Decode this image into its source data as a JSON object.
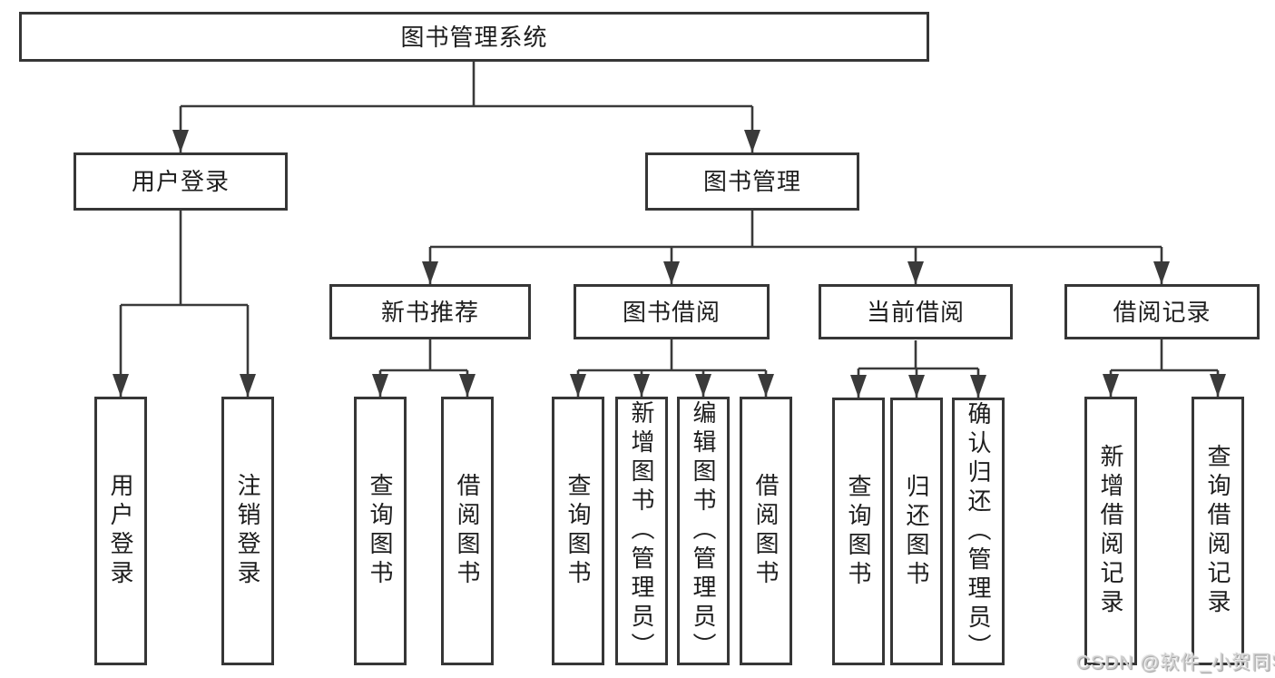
{
  "diagram": {
    "root": "图书管理系统",
    "level2": {
      "user_login": "用户登录",
      "book_mgmt": "图书管理"
    },
    "level3": {
      "new_books": "新书推荐",
      "book_borrow": "图书借阅",
      "current_borrow": "当前借阅",
      "borrow_records": "借阅记录"
    },
    "leaves": {
      "user_login": {
        "login": "用户登录",
        "logout": "注销登录"
      },
      "new_books": {
        "query": "查询图书",
        "borrow": "借阅图书"
      },
      "book_borrow": {
        "query": "查询图书",
        "add": "新增图书（管理员）",
        "edit": "编辑图书（管理员）",
        "borrow": "借阅图书"
      },
      "current_borrow": {
        "query": "查询图书",
        "return": "归还图书",
        "confirm": "确认归还（管理员）"
      },
      "borrow_records": {
        "add": "新增借阅记录",
        "query": "查询借阅记录"
      }
    }
  },
  "watermark": "CSDN @软件_小贺同学",
  "colors": {
    "line": "#3a3a3a",
    "box_border": "#363636",
    "box_fill": "#ffffff",
    "text": "#1d1d1d",
    "watermark": "#cccccc"
  }
}
